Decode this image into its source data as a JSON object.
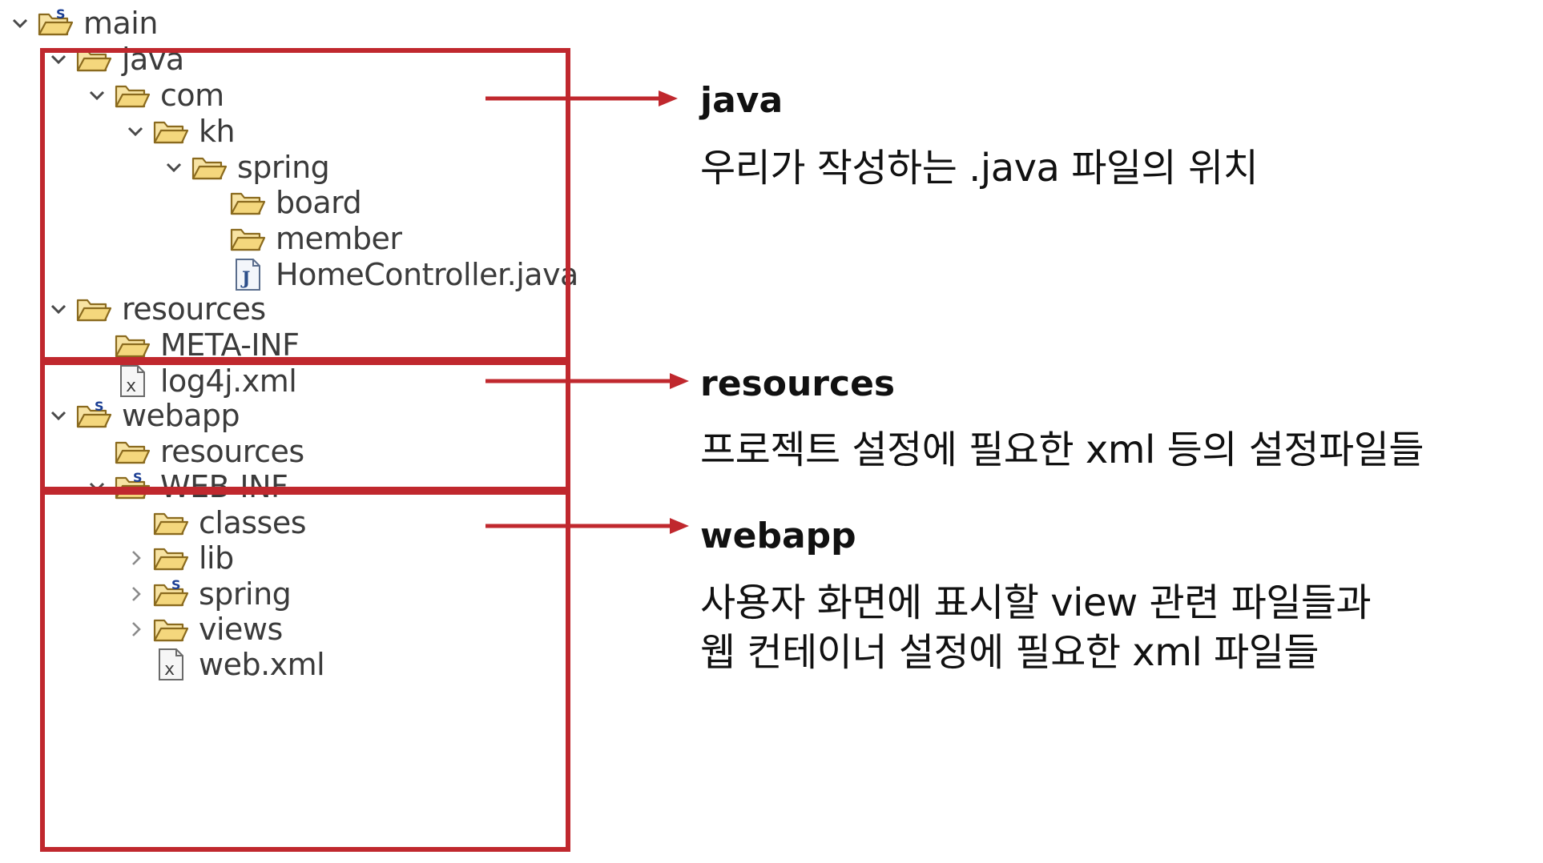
{
  "tree": {
    "main": {
      "label": "main",
      "icon": "source-folder-icon"
    },
    "java": {
      "label": "java",
      "icon": "folder-icon"
    },
    "com": {
      "label": "com",
      "icon": "folder-icon"
    },
    "kh": {
      "label": "kh",
      "icon": "folder-icon"
    },
    "spring": {
      "label": "spring",
      "icon": "folder-icon"
    },
    "board": {
      "label": "board",
      "icon": "folder-icon"
    },
    "member": {
      "label": "member",
      "icon": "folder-icon"
    },
    "homecontroller": {
      "label": "HomeController.java",
      "icon": "java-file-icon"
    },
    "resources": {
      "label": "resources",
      "icon": "folder-icon"
    },
    "metainf": {
      "label": "META-INF",
      "icon": "folder-icon"
    },
    "log4j": {
      "label": "log4j.xml",
      "icon": "xml-file-icon"
    },
    "webapp": {
      "label": "webapp",
      "icon": "source-folder-icon"
    },
    "webapp_resources": {
      "label": "resources",
      "icon": "folder-icon"
    },
    "webinf": {
      "label": "WEB-INF",
      "icon": "source-folder-icon"
    },
    "classes": {
      "label": "classes",
      "icon": "folder-icon"
    },
    "lib": {
      "label": "lib",
      "icon": "folder-icon"
    },
    "webinf_spring": {
      "label": "spring",
      "icon": "source-folder-icon"
    },
    "views": {
      "label": "views",
      "icon": "folder-icon"
    },
    "webxml": {
      "label": "web.xml",
      "icon": "xml-file-icon"
    }
  },
  "notes": {
    "java": {
      "title": "java",
      "lines": [
        "우리가 작성하는 .java 파일의 위치"
      ]
    },
    "resources": {
      "title": "resources",
      "lines": [
        "프로젝트 설정에 필요한 xml 등의 설정파일들"
      ]
    },
    "webapp": {
      "title": "webapp",
      "lines": [
        "사용자 화면에 표시할 view 관련 파일들과",
        "웹 컨테이너 설정에 필요한 xml 파일들"
      ]
    }
  },
  "colors": {
    "highlight": "#c0282e",
    "folder": "#e8c66a",
    "folder_outline": "#8a6a1e",
    "chevron": "#5a5a5a",
    "spring_badge": "#1c3f94"
  }
}
